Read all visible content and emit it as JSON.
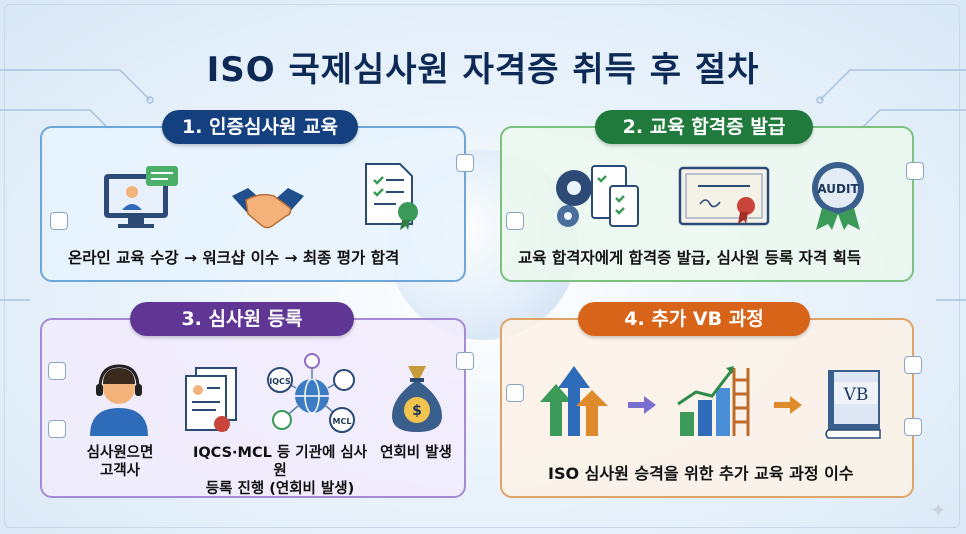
{
  "title": "ISO 국제심사원 자격증 취득 후 절차",
  "step1": {
    "label": "1. 인증심사원 교육",
    "caption": "온라인 교육 수강 → 워크샵 이수 → 최종 평가 합격"
  },
  "step2": {
    "label": "2. 교육 합격증 발급",
    "caption": "교육 합격자에게 합격증 발급, 심사원 등록 자격 획득",
    "audit_badge": "AUDIT"
  },
  "step3": {
    "label": "3. 심사원 등록",
    "item1": [
      "심사원으면",
      "고객사"
    ],
    "item2": [
      "IQCS·MCL 등 기관에 심사원",
      "등록 진행 (연회비 발생)"
    ],
    "item3": "연회비 발생",
    "logo_iqcs": "IQCS",
    "logo_mcl": "MCL"
  },
  "step4": {
    "label": "4. 추가 VB 과정",
    "caption": "ISO 심사원 승격을 위한 추가 교육 과정 이수",
    "book_text": "VB"
  },
  "icons": [
    "computer-icon",
    "handshake-icon",
    "certificate-icon",
    "gears-checklist-icon",
    "diploma-icon",
    "audit-badge-icon",
    "headset-person-icon",
    "documents-icon",
    "globe-network-icon",
    "money-bag-icon",
    "arrows-up-icon",
    "growth-chart-icon",
    "book-icon"
  ]
}
